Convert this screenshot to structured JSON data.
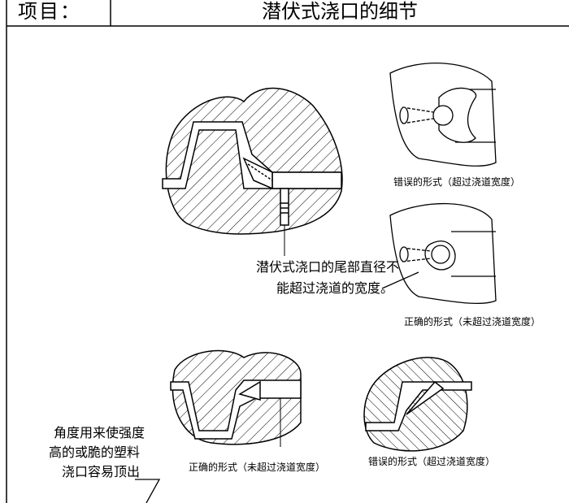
{
  "header": {
    "label": "项目：",
    "title": "潜伏式浇口的细节"
  },
  "notes": {
    "sub_gate_tail": [
      "潜伏式浇口的尾部直径不",
      "能超过浇道的宽度。"
    ],
    "ejection_note": [
      "角度用来使强度",
      "高的或脆的塑料",
      "浇口容易顶出"
    ]
  },
  "captions": {
    "top_wrong": "错误的形式（超过浇道宽度）",
    "top_right": "正确的形式（未超过浇道宽度）",
    "bottom_right": "正确的形式（未超过浇道宽度）",
    "bottom_wrong": "错误的形式（超过浇道宽度）"
  }
}
